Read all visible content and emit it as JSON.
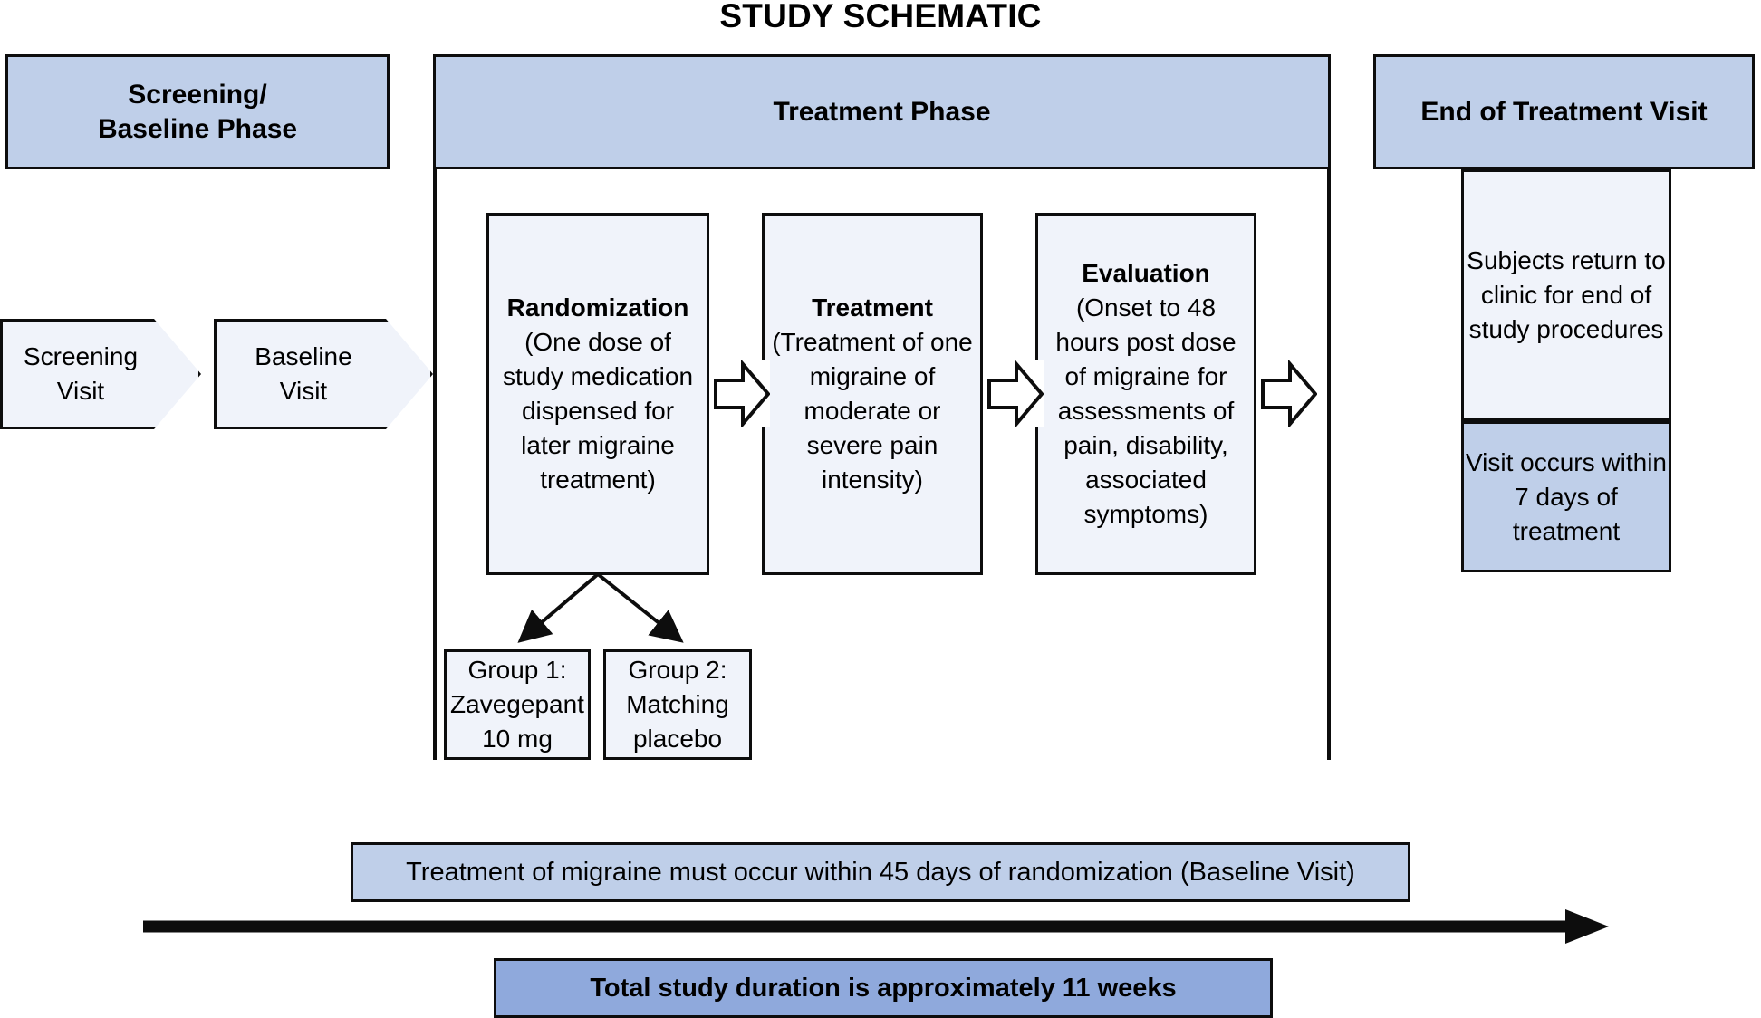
{
  "title": "STUDY SCHEMATIC",
  "phases": {
    "screening": {
      "label": "Screening/\nBaseline Phase",
      "line1": "Screening/",
      "line2": "Baseline Phase"
    },
    "treatment": {
      "label": "Treatment Phase"
    },
    "end_of_treatment": {
      "label": "End of Treatment Visit"
    }
  },
  "visits": [
    {
      "name": "screening-visit",
      "line1": "Screening",
      "line2": "Visit"
    },
    {
      "name": "baseline-visit",
      "line1": "Baseline",
      "line2": "Visit"
    }
  ],
  "process_boxes": [
    {
      "name": "randomization",
      "title": "Randomization",
      "detail": "(One dose of study medication dispensed for later migraine treatment)"
    },
    {
      "name": "treatment",
      "title": "Treatment",
      "detail": "(Treatment of one migraine of moderate or severe pain intensity)"
    },
    {
      "name": "evaluation",
      "title": "Evaluation",
      "detail": "(Onset to 48 hours post dose of migraine for assessments of pain, disability, associated symptoms)"
    }
  ],
  "groups": [
    {
      "name": "group-1",
      "text": "Group 1: Zavegepant 10 mg"
    },
    {
      "name": "group-2",
      "text": "Group 2: Matching placebo"
    }
  ],
  "end_of_treatment": {
    "upper_text": "Subjects return to clinic for end of study procedures",
    "lower_text": "Visit occurs within 7 days of treatment"
  },
  "summary_bars": {
    "treatment_window": "Treatment of migraine must occur within 45 days of randomization (Baseline Visit)",
    "total_duration": "Total study duration is approximately 11 weeks"
  },
  "colors": {
    "banner_blue": "#bfcfe9",
    "box_fill": "#f0f3fa",
    "dark_blue": "#8fa9dc",
    "outline": "#0d0d0d",
    "background": "#ffffff"
  }
}
